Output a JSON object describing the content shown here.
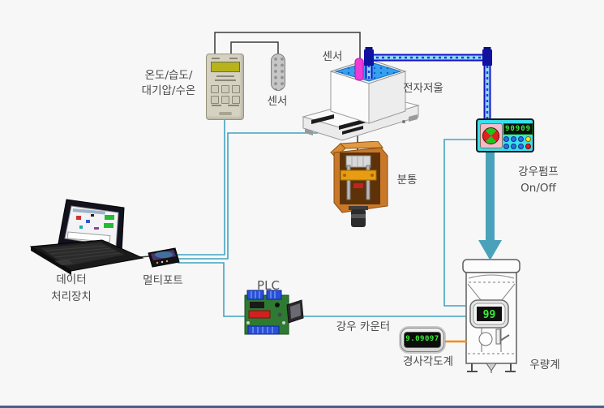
{
  "diagram_title": "rainfall-calibration-system-diagram",
  "labels": {
    "handheld_meter_line1": "온도/습도/",
    "handheld_meter_line2": "대기압/수온",
    "cylinder_sensor": "센서",
    "tank_sensor": "센서",
    "electronic_scale": "전자저울",
    "spray_box": "분통",
    "pump_line1": "강우펌프",
    "pump_line2": "On/Off",
    "laptop_line1": "데이터",
    "laptop_line2": "처리장치",
    "multiport": "멀티포트",
    "plc": "PLC",
    "rain_counter": "강우 카운터",
    "tilt_meter": "경사각도계",
    "rain_gauge": "우량계"
  },
  "displays": {
    "pump_controller_value": "90909",
    "rain_gauge_value": "99",
    "tilt_meter_value": "9.09097"
  },
  "colors": {
    "background": "#f7f7f7",
    "bottom_edge": "#44638a",
    "data_line": "#41a3c1",
    "sensor_cable": "#3a3a3a",
    "orange_link": "#f08c10",
    "pipe_outline": "#1515c0",
    "pipe_fill": "#8fd8f8",
    "flow_arrow": "#4aa2ba",
    "digit_green": "#38ef38"
  }
}
